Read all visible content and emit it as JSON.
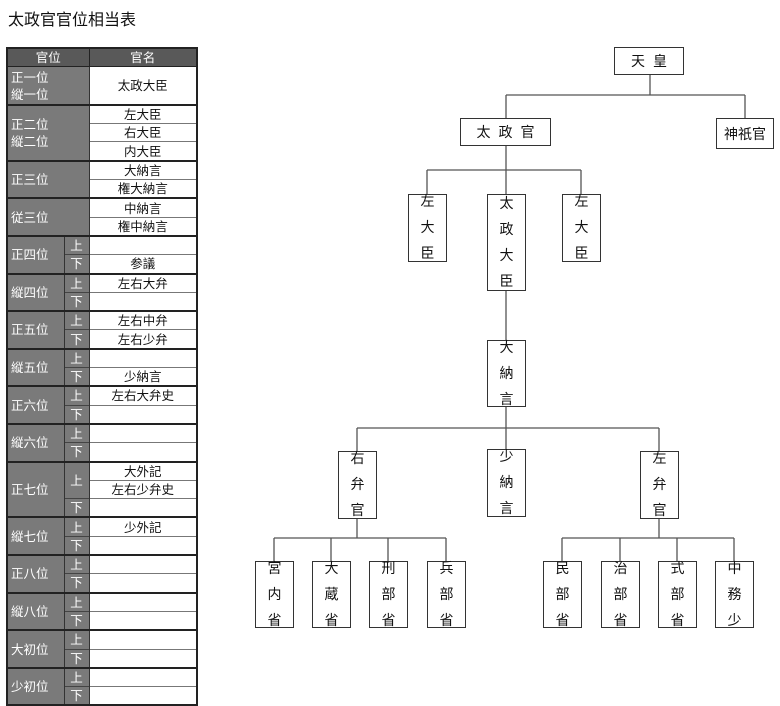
{
  "title": "太政官官位相当表",
  "table": {
    "headers": [
      "官位",
      "官名"
    ],
    "ranks": [
      {
        "label": "正一位\n縦一位",
        "subs": [
          {
            "label": "",
            "names": [
              "太政大臣"
            ]
          }
        ]
      },
      {
        "label": "正二位\n縦二位",
        "subs": [
          {
            "label": "",
            "names": [
              "左大臣",
              "右大臣",
              "内大臣"
            ]
          }
        ]
      },
      {
        "label": "正三位",
        "subs": [
          {
            "label": "",
            "names": [
              "大納言",
              "権大納言"
            ]
          }
        ]
      },
      {
        "label": "従三位",
        "subs": [
          {
            "label": "",
            "names": [
              "中納言",
              "権中納言"
            ]
          }
        ]
      },
      {
        "label": "正四位",
        "subs": [
          {
            "label": "上",
            "names": []
          },
          {
            "label": "下",
            "names": [
              "参議"
            ]
          }
        ]
      },
      {
        "label": "縦四位",
        "subs": [
          {
            "label": "上",
            "names": [
              "左右大弁"
            ]
          },
          {
            "label": "下",
            "names": []
          }
        ]
      },
      {
        "label": "正五位",
        "subs": [
          {
            "label": "上",
            "names": [
              "左右中弁"
            ]
          },
          {
            "label": "下",
            "names": [
              "左右少弁"
            ]
          }
        ]
      },
      {
        "label": "縦五位",
        "subs": [
          {
            "label": "上",
            "names": []
          },
          {
            "label": "下",
            "names": [
              "少納言"
            ]
          }
        ]
      },
      {
        "label": "正六位",
        "subs": [
          {
            "label": "上",
            "names": [
              "左右大弁史"
            ]
          },
          {
            "label": "下",
            "names": []
          }
        ]
      },
      {
        "label": "縦六位",
        "subs": [
          {
            "label": "上",
            "names": []
          },
          {
            "label": "下",
            "names": []
          }
        ]
      },
      {
        "label": "正七位",
        "subs": [
          {
            "label": "上",
            "names": [
              "大外記",
              "左右少弁史"
            ]
          },
          {
            "label": "下",
            "names": []
          }
        ]
      },
      {
        "label": "縦七位",
        "subs": [
          {
            "label": "上",
            "names": [
              "少外記"
            ]
          },
          {
            "label": "下",
            "names": []
          }
        ]
      },
      {
        "label": "正八位",
        "subs": [
          {
            "label": "上",
            "names": []
          },
          {
            "label": "下",
            "names": []
          }
        ]
      },
      {
        "label": "縦八位",
        "subs": [
          {
            "label": "上",
            "names": []
          },
          {
            "label": "下",
            "names": []
          }
        ]
      },
      {
        "label": "大初位",
        "subs": [
          {
            "label": "上",
            "names": []
          },
          {
            "label": "下",
            "names": []
          }
        ]
      },
      {
        "label": "少初位",
        "subs": [
          {
            "label": "上",
            "names": []
          },
          {
            "label": "下",
            "names": []
          }
        ]
      }
    ]
  },
  "org": {
    "tenno": "天皇",
    "daijokan": "太政官",
    "jingikan": "神祇官",
    "sadaijin_left": "左大臣",
    "daijodaijin": "太政大臣",
    "sadaijin_right": "左大臣",
    "dainagon": "大納言",
    "ubenkan": "右弁官",
    "shonagon": "少納言",
    "sabenkan": "左弁官",
    "kunaisho": "宮内省",
    "okurasho": "大蔵省",
    "gyobusho": "刑部省",
    "hyobusho": "兵部省",
    "minbusho": "民部省",
    "jibusho": "治部省",
    "shikibusho": "式部省",
    "nakatsukasa": "中務少"
  }
}
